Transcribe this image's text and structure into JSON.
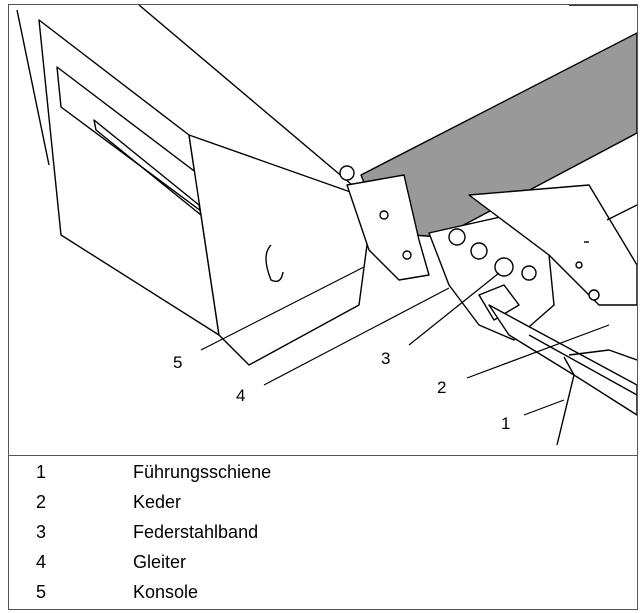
{
  "figure": {
    "callouts": [
      "1",
      "2",
      "3",
      "4",
      "5"
    ]
  },
  "legend": [
    {
      "number": "1",
      "label": "Führungsschiene"
    },
    {
      "number": "2",
      "label": "Keder"
    },
    {
      "number": "3",
      "label": "Federstahlband"
    },
    {
      "number": "4",
      "label": "Gleiter"
    },
    {
      "number": "5",
      "label": "Konsole"
    }
  ]
}
